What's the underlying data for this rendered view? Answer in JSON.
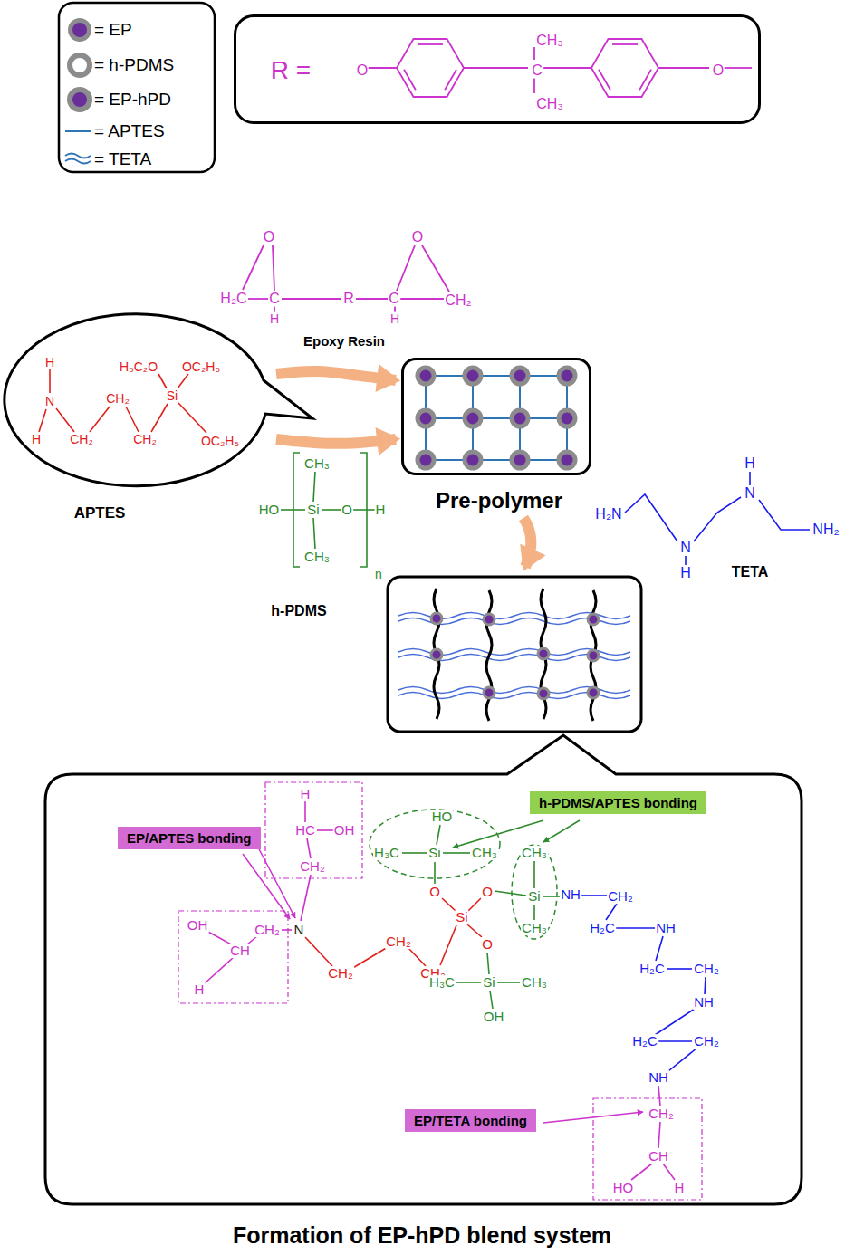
{
  "diagram": {
    "title": "Formation of EP-hPD blend system",
    "nodes": [
      {
        "text": [
          "R =",
          "O",
          "CH₃",
          "C",
          "CH₃",
          "O"
        ]
      },
      {
        "text": [
          "H",
          "H₅C₂O",
          "OC₂H₅",
          "Si",
          "N",
          "CH₂",
          "H",
          "CH₂",
          "CH₂",
          "OC₂H₅",
          "APTES"
        ]
      },
      {
        "text": [
          "Pre-polymer"
        ]
      },
      {
        "text": [
          "H",
          "HC",
          "OH",
          "CH₂",
          "HO",
          "H₃C",
          "Si",
          "CH₃",
          "CH₃",
          "O",
          "O",
          "Si",
          "NH",
          "CH₂",
          "Si",
          "OH",
          "CH₂",
          "N",
          "CH₃",
          "H₂C",
          "NH",
          "CH₂",
          "O",
          "CH",
          "CH₂",
          "CH₂",
          "H₂C",
          "CH₂",
          "H₃C",
          "Si",
          "CH₃",
          "H",
          "NH",
          "OH",
          "H₂C",
          "CH₂",
          "NH",
          "CH₂",
          "CH",
          "HO",
          "H",
          "Formation of EP-hPD blend system"
        ]
      },
      {
        "text": [
          "EP/APTES bonding"
        ],
        "in": 3
      },
      {
        "text": [
          "h-PDMS/APTES bonding"
        ],
        "in": 3
      },
      {
        "text": [
          "EP/TETA bonding"
        ],
        "in": 3
      }
    ],
    "edges": [
      {
        "from": 1,
        "to": 2,
        "arrow": "to"
      },
      {
        "from": 1,
        "to": 2,
        "arrow": "to"
      }
    ],
    "labels": [
      "O",
      "O",
      "H₂C",
      "C",
      "R",
      "C",
      "CH₂",
      "H",
      "H",
      "Epoxy Resin",
      "CH₃",
      "HO",
      "Si",
      "O",
      "H",
      "CH₃",
      "n",
      "h-PDMS",
      "H₂N",
      "H",
      "N",
      "NH₂",
      "N",
      "H",
      "TETA"
    ],
    "legend": [
      {
        "text": "= EP",
        "color": "#6a2e9a"
      },
      {
        "text": "= h-PDMS"
      },
      {
        "text": "= EP-hPD"
      },
      {
        "text": "= APTES"
      },
      {
        "text": "= TETA"
      }
    ]
  }
}
